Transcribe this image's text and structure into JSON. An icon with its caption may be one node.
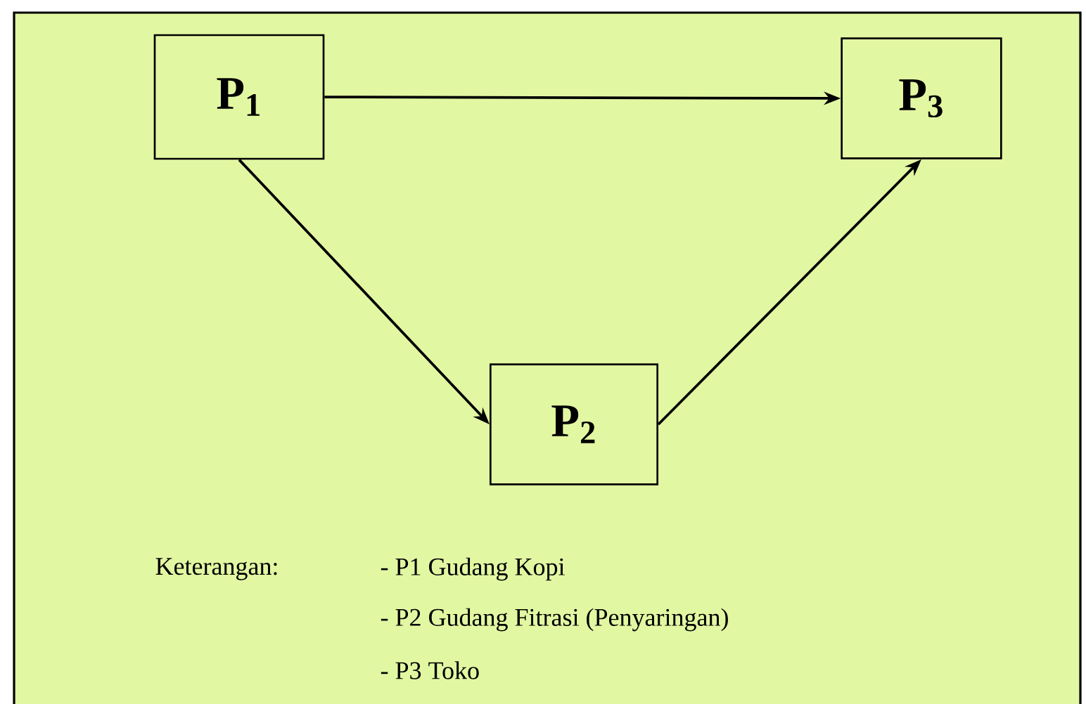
{
  "diagram": {
    "nodes": [
      {
        "text": [
          "P$_{1}$"
        ]
      },
      {
        "text": [
          "P$_{2}$"
        ]
      },
      {
        "text": [
          "P$_{3}$"
        ]
      }
    ],
    "edges": [
      {
        "from": 0,
        "to": 2,
        "arrow": "to"
      },
      {
        "from": 0,
        "to": 1,
        "arrow": "to"
      },
      {
        "from": 1,
        "to": 2,
        "arrow": "to"
      }
    ],
    "labels": [
      "Keterangan:",
      "- P1 Gudang Kopi",
      "- P2 Gudang Fitrasi (Penyaringan)",
      "- P3 Toko"
    ]
  }
}
